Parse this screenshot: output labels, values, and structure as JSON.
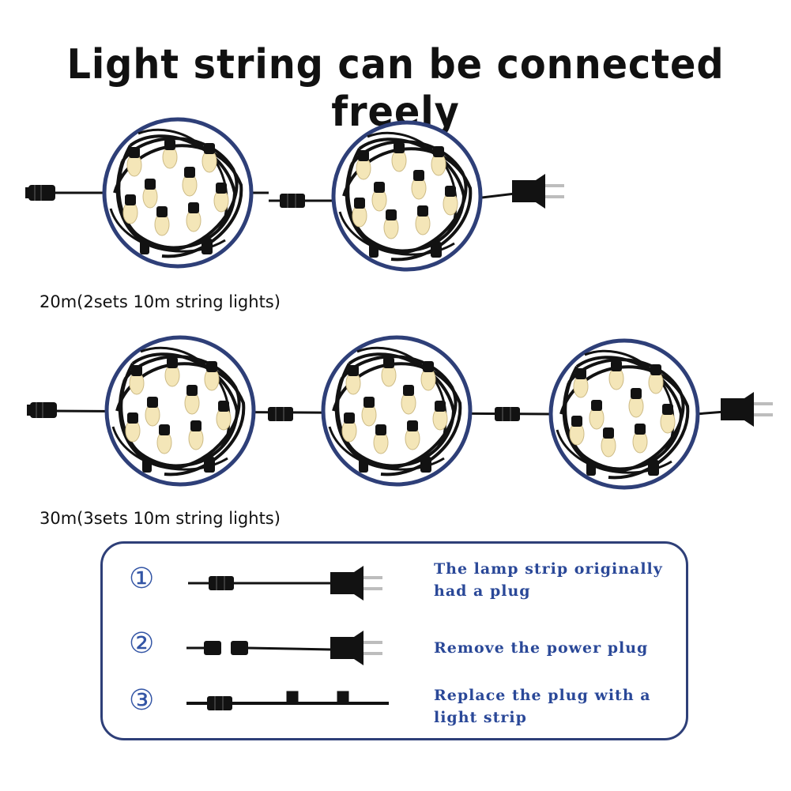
{
  "title": "Light string can be connected freely",
  "rows": [
    {
      "caption": "20m(2sets 10m string lights)",
      "sets": 2
    },
    {
      "caption": "30m(3sets 10m string lights)",
      "sets": 3
    }
  ],
  "steps": [
    {
      "number": "①",
      "text_line1": "The lamp strip originally",
      "text_line2": "had a plug"
    },
    {
      "number": "②",
      "text_line1": "Remove the power plug",
      "text_line2": ""
    },
    {
      "number": "③",
      "text_line1": "Replace the plug with a",
      "text_line2": "light strip"
    }
  ],
  "colors": {
    "ring": "#2e3f78",
    "cable": "#121212",
    "bulb": "#f4e6b8",
    "step_text": "#2a4898"
  }
}
